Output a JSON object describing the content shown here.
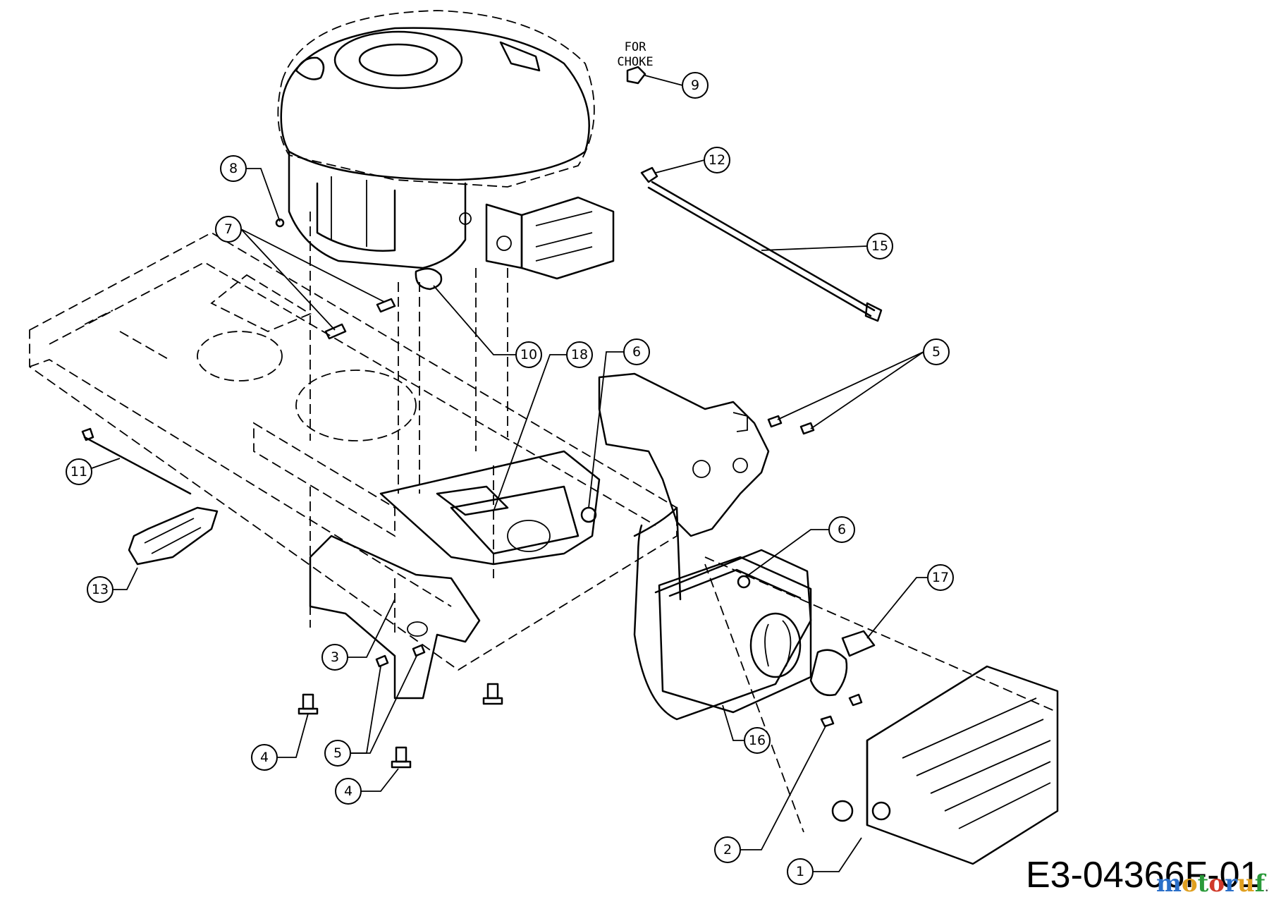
{
  "diagram": {
    "note_lines": [
      "FOR",
      "CHOKE"
    ],
    "drawing_code": "E3-04366F-01",
    "watermark": {
      "text": "motoruf",
      "suffix": ".de",
      "colors": [
        "#2a6fc9",
        "#e0a020",
        "#2a9a3a",
        "#d03a2a"
      ]
    },
    "callouts": [
      {
        "id": "c9",
        "label": "9"
      },
      {
        "id": "c12",
        "label": "12"
      },
      {
        "id": "c8",
        "label": "8"
      },
      {
        "id": "c7",
        "label": "7"
      },
      {
        "id": "c15",
        "label": "15"
      },
      {
        "id": "c10",
        "label": "10"
      },
      {
        "id": "c18",
        "label": "18"
      },
      {
        "id": "c6a",
        "label": "6"
      },
      {
        "id": "c5a",
        "label": "5"
      },
      {
        "id": "c11",
        "label": "11"
      },
      {
        "id": "c6b",
        "label": "6"
      },
      {
        "id": "c17",
        "label": "17"
      },
      {
        "id": "c13",
        "label": "13"
      },
      {
        "id": "c3",
        "label": "3"
      },
      {
        "id": "c16",
        "label": "16"
      },
      {
        "id": "c4a",
        "label": "4"
      },
      {
        "id": "c5b",
        "label": "5"
      },
      {
        "id": "c4b",
        "label": "4"
      },
      {
        "id": "c2",
        "label": "2"
      },
      {
        "id": "c1",
        "label": "1"
      }
    ]
  }
}
